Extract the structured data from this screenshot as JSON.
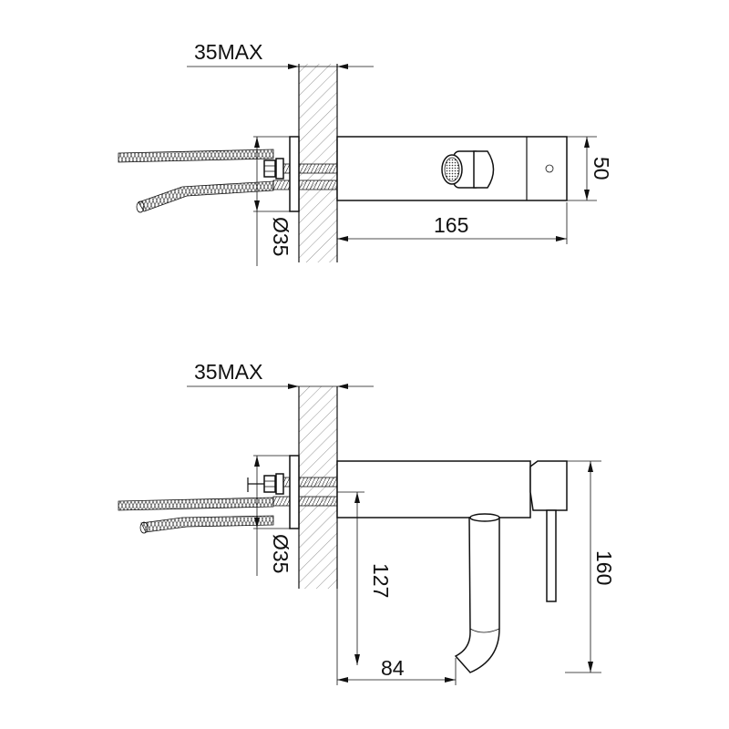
{
  "views": {
    "top": {
      "dim_wall_max": "35MAX",
      "dim_body_length": "165",
      "dim_body_height": "50",
      "dim_flange_diameter": "Ø35"
    },
    "front": {
      "dim_wall_max": "35MAX",
      "dim_flange_diameter": "Ø35",
      "dim_spout_height": "127",
      "dim_total_height": "160",
      "dim_spout_reach": "84"
    }
  }
}
